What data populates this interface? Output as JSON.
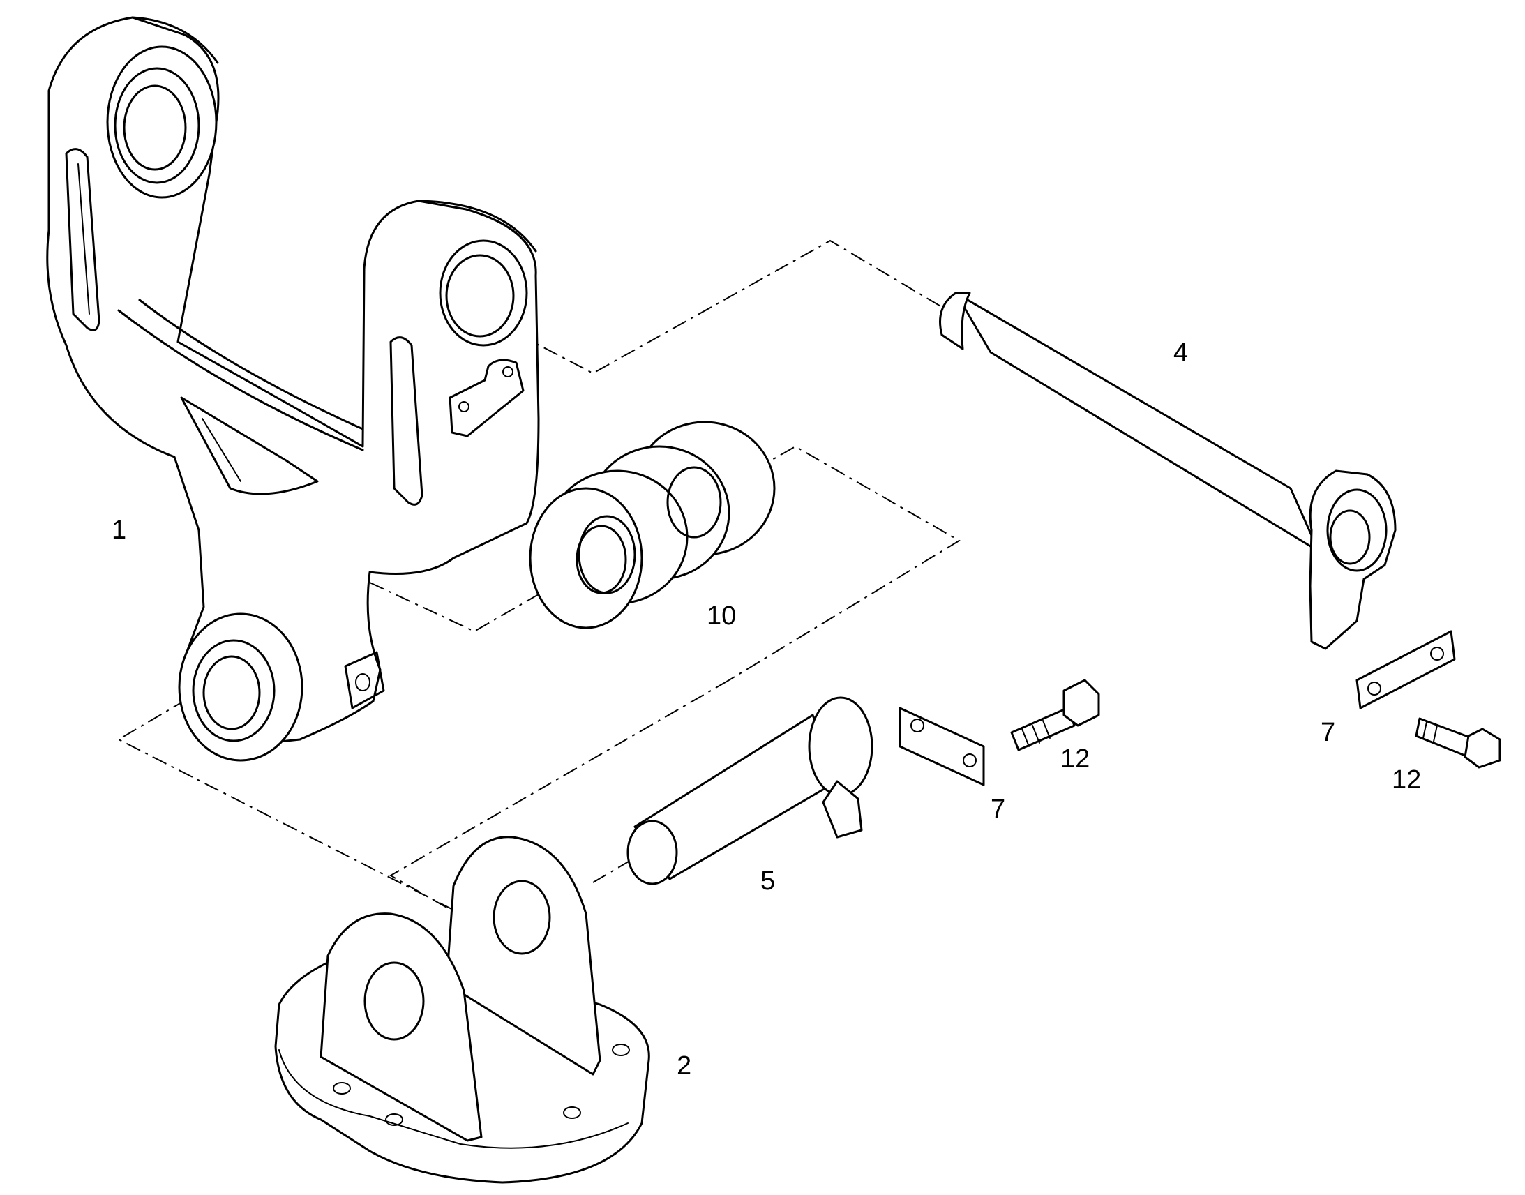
{
  "labels": {
    "p1": "1",
    "p2": "2",
    "p4": "4",
    "p5": "5",
    "p7a": "7",
    "p7b": "7",
    "p10": "10",
    "p12a": "12",
    "p12b": "12"
  }
}
